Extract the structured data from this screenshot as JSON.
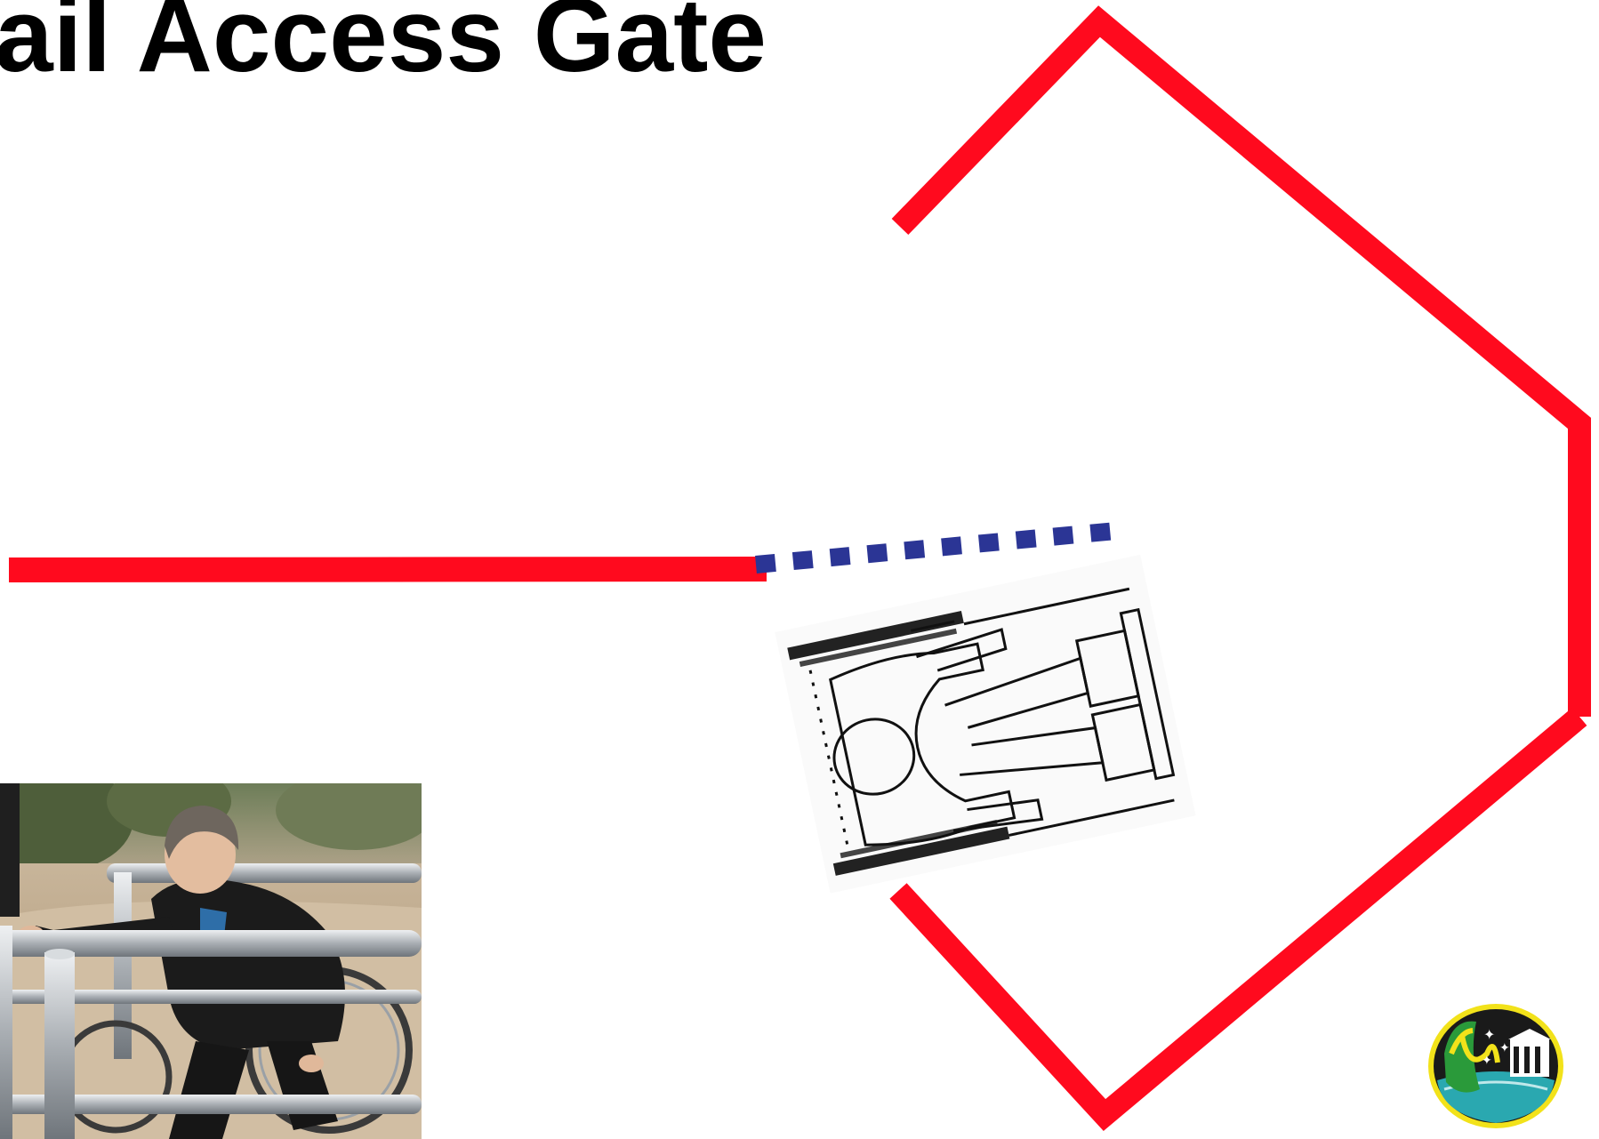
{
  "slide": {
    "title": "ail Access Gate"
  },
  "diagram": {
    "description_items": [
      "fence-line",
      "gate-swing-path",
      "gate-enclosure",
      "wheelchair-user-plan-view"
    ],
    "colors": {
      "fence": "#ff0a1e",
      "gate_path": "#2b3595",
      "sketch": "#111111"
    }
  },
  "photo": {
    "subject": "person-in-wheelchair-opening-rail-gate"
  },
  "logo": {
    "icon": "club-emblem-icon",
    "colors": {
      "ring": "#1a1a1a",
      "green": "#2a9a3a",
      "yellow": "#f2e21a",
      "water": "#2aa8b0"
    }
  }
}
